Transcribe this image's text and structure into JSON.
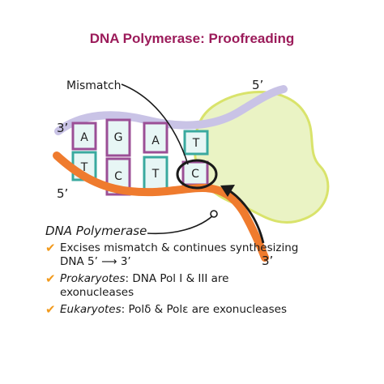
{
  "title": "DNA Polymerase: Proofreading",
  "colors": {
    "title": "#9b1b5a",
    "backbone_top": "#c9c3e6",
    "backbone_bottom": "#ef7b2e",
    "polymerase_fill": "#eaf3c4",
    "polymerase_stroke": "#d9e36b",
    "base_purple": "#9b4f96",
    "base_teal": "#3aa99f",
    "base_fill": "#e7f6f5",
    "check": "#f29a1c"
  },
  "labels": {
    "mismatch": "Mismatch",
    "top_left_end": "3’",
    "top_right_end": "5’",
    "bottom_left_end": "5’",
    "bottom_right_end": "3’"
  },
  "bases": {
    "top": [
      "A",
      "G",
      "A",
      "T"
    ],
    "bottom": [
      "T",
      "C",
      "T",
      "C"
    ]
  },
  "notes": {
    "heading": "DNA Polymerase",
    "bullets": [
      {
        "em": "",
        "text": "Excises mismatch & continues synthesizing DNA 5’ ⟶ 3’"
      },
      {
        "em": "Prokaryotes",
        "text": ": DNA Pol I & III are exonucleases"
      },
      {
        "em": "Eukaryotes",
        "text": ": Polδ  & Polε are exonucleases"
      }
    ]
  },
  "icons": [
    "check-icon",
    "arrow-icon"
  ]
}
